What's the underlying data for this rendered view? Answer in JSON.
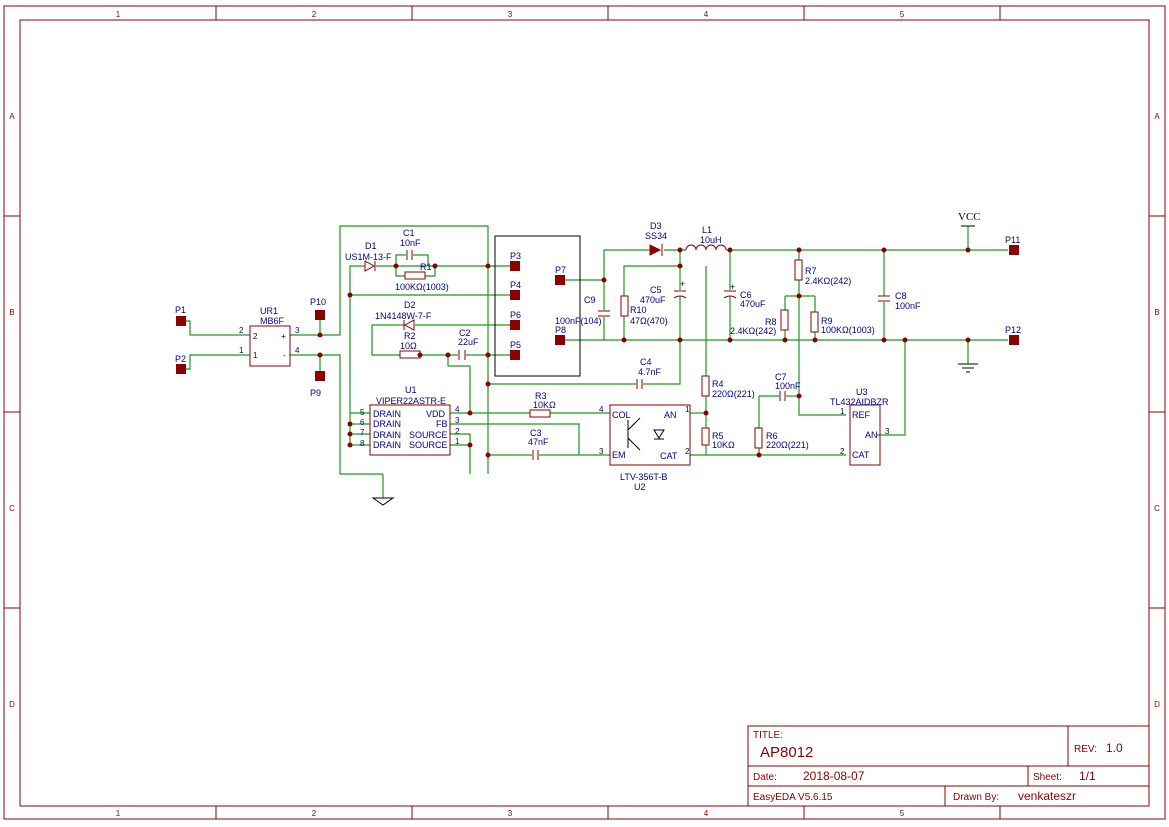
{
  "grid": {
    "columns": [
      "1",
      "2",
      "3",
      "4",
      "5"
    ],
    "rows": [
      "A",
      "B",
      "C",
      "D"
    ]
  },
  "title_block": {
    "title_label": "TITLE:",
    "title": "AP8012",
    "rev_label": "REV:",
    "rev": "1.0",
    "date_label": "Date:",
    "date": "2018-08-07",
    "sheet_label": "Sheet:",
    "sheet": "1/1",
    "tool": "EasyEDA V5.6.15",
    "drawn_label": "Drawn By:",
    "drawn_by": "venkateszr"
  },
  "components": {
    "p1": "P1",
    "p2": "P2",
    "p3": "P3",
    "p4": "P4",
    "p5": "P5",
    "p6": "P6",
    "p7": "P7",
    "p8": "P8",
    "p9": "P9",
    "p10": "P10",
    "p11": "P11",
    "p12": "P12",
    "ur1_ref": "UR1",
    "ur1_val": "MB6F",
    "d1_ref": "D1",
    "d1_val": "US1M-13-F",
    "c1_ref": "C1",
    "c1_val": "10nF",
    "r1_ref": "R1",
    "r1_val": "100KΩ(1003)",
    "d2_ref": "D2",
    "d2_val": "1N4148W-7-F",
    "r2_ref": "R2",
    "r2_val": "10Ω",
    "c2_ref": "C2",
    "c2_val": "22uF",
    "u1_ref": "U1",
    "u1_val": "VIPER22ASTR-E",
    "u1_drain": "DRAIN",
    "u1_vdd": "VDD",
    "u1_fb": "FB",
    "u1_source": "SOURCE",
    "r3_ref": "R3",
    "r3_val": "10KΩ",
    "c3_ref": "C3",
    "c3_val": "47nF",
    "u2_ref": "U2",
    "u2_val": "LTV-356T-B",
    "u2_col": "COL",
    "u2_em": "EM",
    "u2_an": "AN",
    "u2_cat": "CAT",
    "d3_ref": "D3",
    "d3_val": "SS34",
    "l1_ref": "L1",
    "l1_val": "10uH",
    "c9_ref": "C9",
    "c9_val": "100nF(104)",
    "r10_ref": "R10",
    "r10_val": "47Ω(470)",
    "c5_ref": "C5",
    "c5_val": "470uF",
    "c4_ref": "C4",
    "c4_val": "4.7nF",
    "c6_ref": "C6",
    "c6_val": "470uF",
    "r7_ref": "R7",
    "r7_val": "2.4KΩ(242)",
    "r8_ref": "R8",
    "r8_val": "2.4KΩ(242)",
    "r9_ref": "R9",
    "r9_val": "100KΩ(1003)",
    "c8_ref": "C8",
    "c8_val": "100nF",
    "r4_ref": "R4",
    "r4_val": "220Ω(221)",
    "r5_ref": "R5",
    "r5_val": "10KΩ",
    "c7_ref": "C7",
    "c7_val": "100nF",
    "r6_ref": "R6",
    "r6_val": "220Ω(221)",
    "u3_ref": "U3",
    "u3_val": "TL432AIDBZR",
    "u3_ref_pin": "REF",
    "u3_an": "AN",
    "u3_cat": "CAT",
    "vcc": "VCC"
  },
  "pins": {
    "n1": "1",
    "n2": "2",
    "n3": "3",
    "n4": "4",
    "n5": "5",
    "n6": "6",
    "n7": "7",
    "n8": "8",
    "plus": "+",
    "minus": "-"
  }
}
